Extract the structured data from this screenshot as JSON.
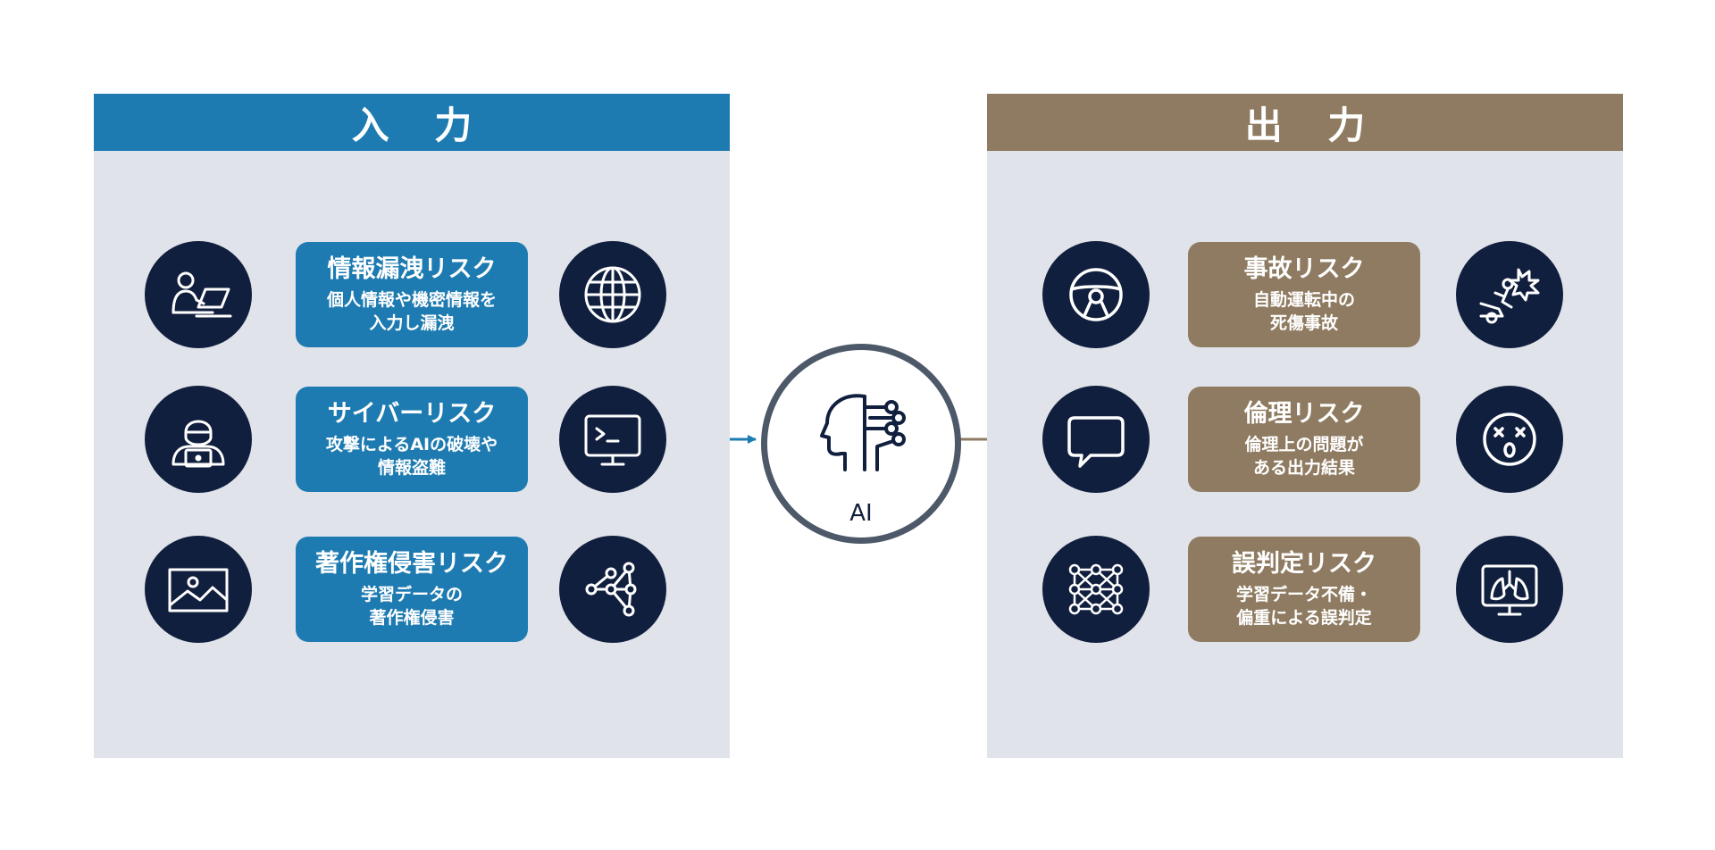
{
  "input_panel": {
    "title": "入 力"
  },
  "output_panel": {
    "title": "出 力"
  },
  "ai": {
    "label": "AI"
  },
  "input_risks": [
    {
      "title": "情報漏洩リスク",
      "desc": "個人情報や機密情報を\n入力し漏洩",
      "left_icon": "person-laptop-icon",
      "right_icon": "globe-icon"
    },
    {
      "title": "サイバーリスク",
      "desc": "攻撃によるAIの破壊や\n情報盗難",
      "left_icon": "hacker-icon",
      "right_icon": "terminal-icon"
    },
    {
      "title": "著作権侵害リスク",
      "desc": "学習データの\n著作権侵害",
      "left_icon": "image-icon",
      "right_icon": "network-icon"
    }
  ],
  "output_risks": [
    {
      "title": "事故リスク",
      "desc": "自動運転中の\n死傷事故",
      "left_icon": "steering-wheel-icon",
      "right_icon": "car-crash-icon"
    },
    {
      "title": "倫理リスク",
      "desc": "倫理上の問題が\nある出力結果",
      "left_icon": "speech-bubble-icon",
      "right_icon": "shocked-face-icon"
    },
    {
      "title": "誤判定リスク",
      "desc": "学習データ不備・\n偏重による誤判定",
      "left_icon": "neural-network-icon",
      "right_icon": "lung-xray-icon"
    }
  ],
  "colors": {
    "input_accent": "#1e7bb1",
    "output_accent": "#8f7b61",
    "icon_bg": "#111f3e",
    "panel_bg": "#e0e3ea",
    "ai_ring": "#4d5969"
  }
}
